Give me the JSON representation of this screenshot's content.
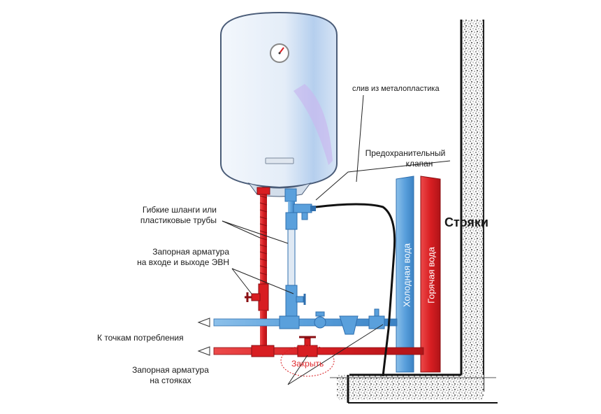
{
  "labels": {
    "drain": "слив из металопластика",
    "safety_valve_line1": "Предохранительный",
    "safety_valve_line2": "клапан",
    "hoses_line1": "Гибкие шланги или",
    "hoses_line2": "пластиковые трубы",
    "valves_line1": "Запорная арматура",
    "valves_line2": "на входе и выходе ЭВН",
    "consumers": "К точкам потребления",
    "riser_valves_line1": "Запорная арматура",
    "riser_valves_line2": "на стояках",
    "close": "Закрыть",
    "risers": "Стояки",
    "cold_water": "Холодная вода",
    "hot_water": "Горячая вода"
  },
  "colors": {
    "cold_pipe": "#5aa0dc",
    "hot_pipe": "#d81e22",
    "tank_body": "#e6eef8",
    "tank_shade": "#9fc2ea",
    "wall_texture": "#8a8a8a",
    "close_text": "#e0262a"
  }
}
